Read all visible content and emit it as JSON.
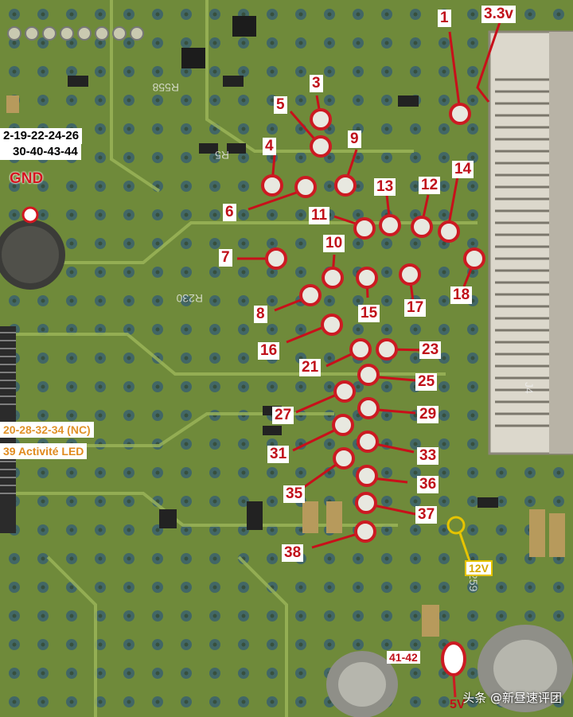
{
  "pin_labels": [
    "1",
    "3.3v",
    "3",
    "5",
    "9",
    "4",
    "14",
    "13",
    "12",
    "6",
    "11",
    "10",
    "7",
    "18",
    "15",
    "17",
    "8",
    "16",
    "23",
    "21",
    "25",
    "27",
    "29",
    "31",
    "33",
    "36",
    "35",
    "37",
    "38"
  ],
  "side_notes": {
    "pins_gnd_group_line1": "2-19-22-24-26",
    "pins_gnd_group_line2": "30-40-43-44",
    "gnd": "GND",
    "nc_pins": "20-28-32-34 (NC)",
    "led_pin": "39 Activité LED",
    "v12": "12V",
    "pins_41_42": "41-42",
    "v5": "5V"
  },
  "watermark": "头条 @新昼速评团",
  "colors": {
    "board": "#6f8a3a",
    "pad_ring": "#cc1a22",
    "via": "#1d4a8a",
    "label_text": "#c0101a"
  }
}
